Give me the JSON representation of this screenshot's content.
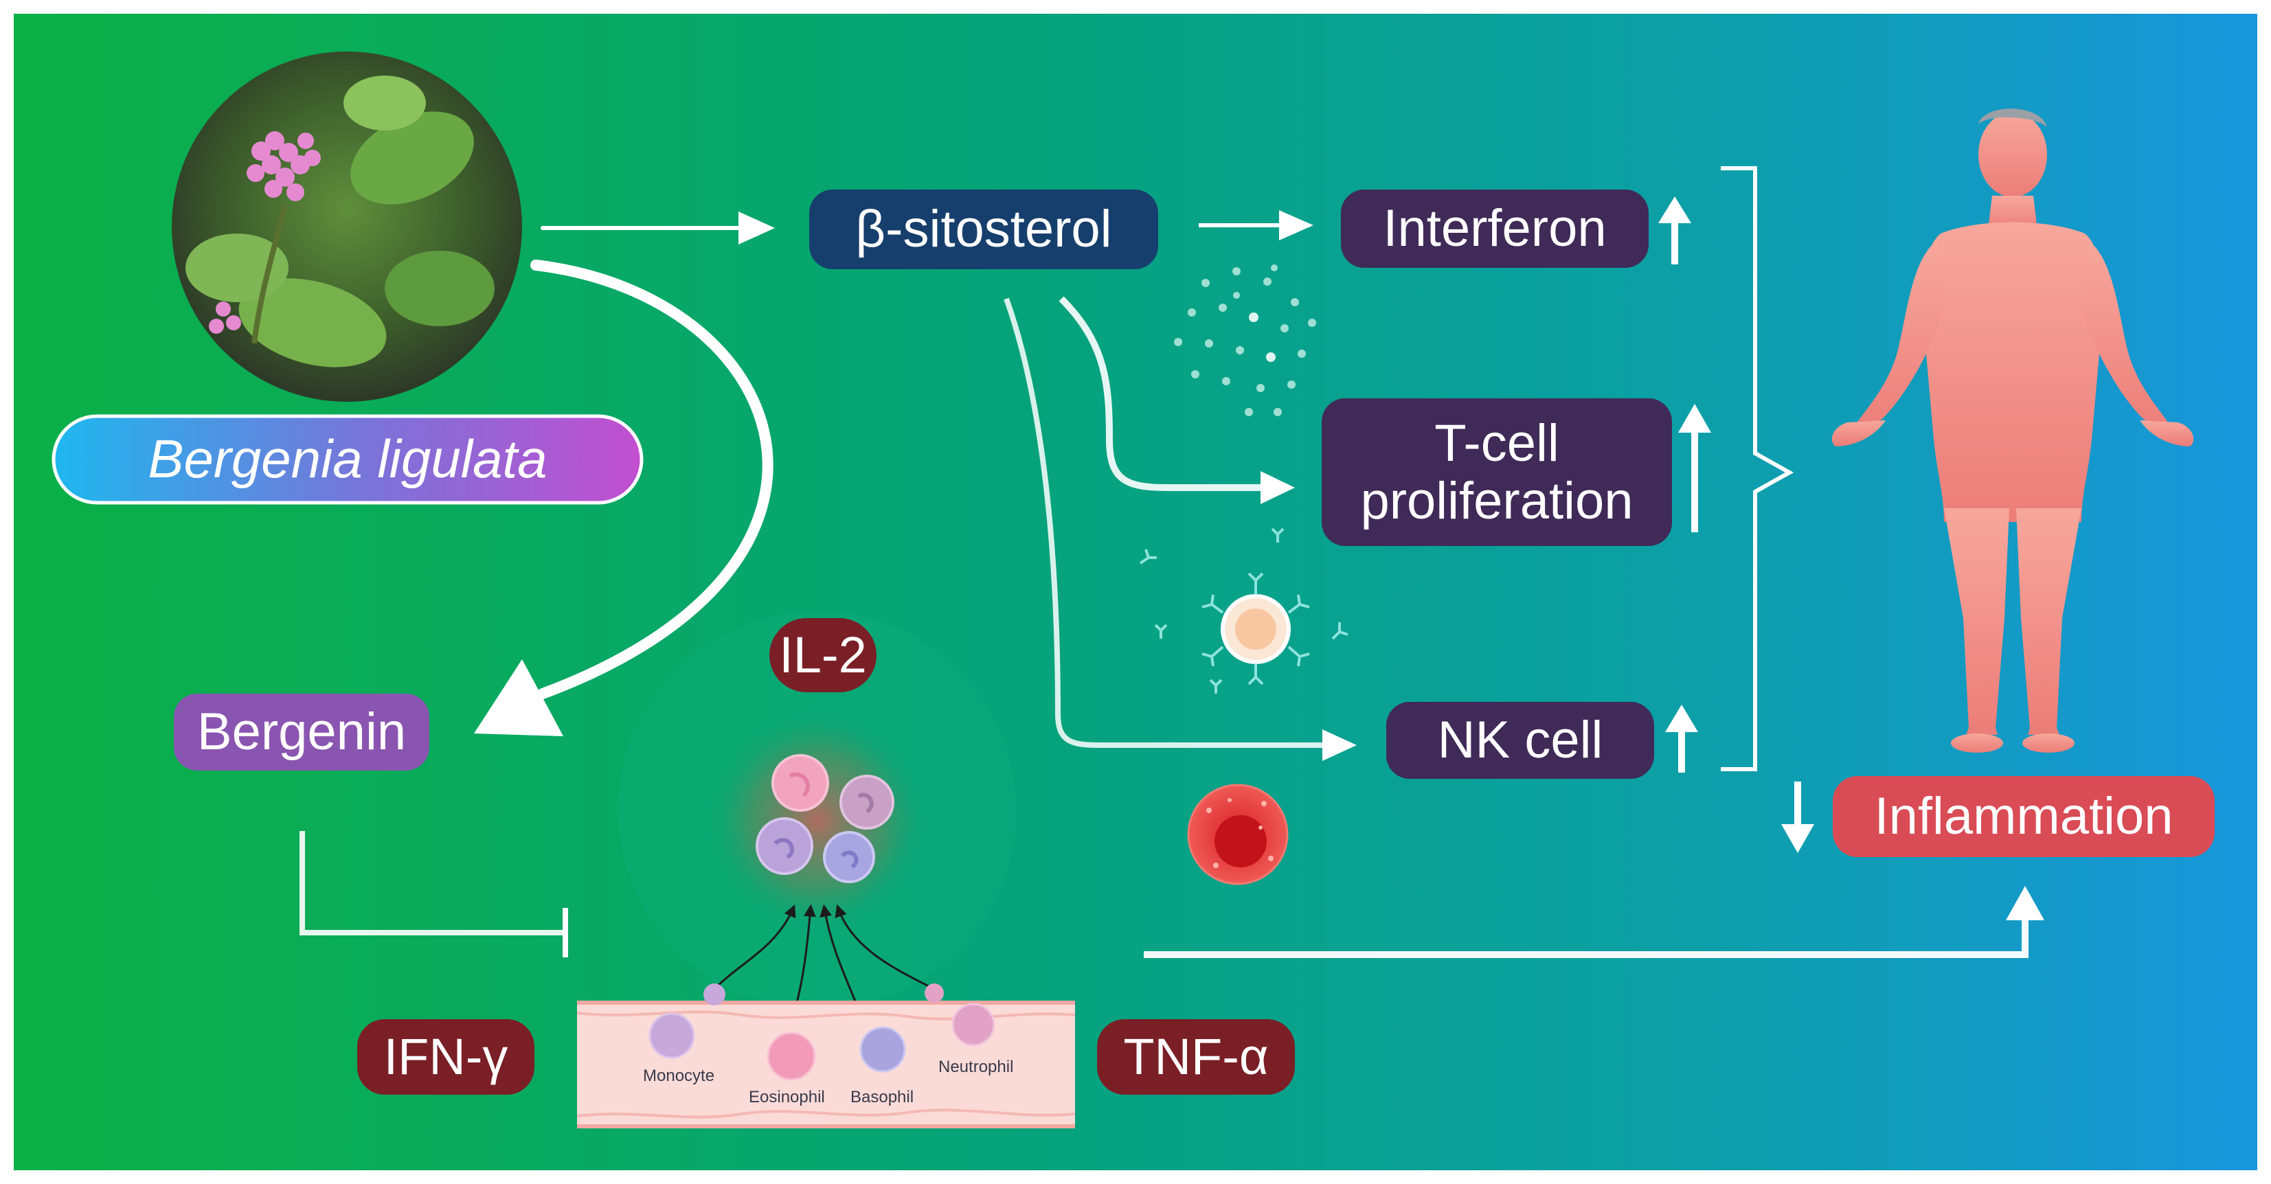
{
  "plant": {
    "name": "Bergenia ligulata",
    "compound_1": "β-sitosterol",
    "compound_2": "Bergenin"
  },
  "effects": {
    "interferon": "Interferon",
    "tcell": "T-cell proliferation",
    "tcell_line1": "T-cell",
    "tcell_line2": "proliferation",
    "nkcell": "NK cell"
  },
  "outcome": {
    "inflammation": "Inflammation"
  },
  "cytokines": {
    "il2": "IL-2",
    "ifn": "IFN-γ",
    "tnf": "TNF-α"
  },
  "cells": {
    "monocyte": "Monocyte",
    "eosinophil": "Eosinophil",
    "basophil": "Basophil",
    "neutrophil": "Neutrophil"
  },
  "icons": {
    "plant_photo": "plant-photo-icon",
    "human_body": "human-body-icon",
    "interferon_particles": "interferon-particles-icon",
    "tcell": "t-cell-icon",
    "nk_cell": "nk-cell-icon",
    "immune_cell_cluster": "immune-cell-cluster-icon",
    "blood_vessel": "blood-vessel-icon"
  },
  "colors": {
    "background_left": "#0bab45",
    "background_right": "#1a94d8",
    "effect_box": "#402a57",
    "compound_box": "#173f6d",
    "bergenin_box": "#8a55b0",
    "inflammation_box": "#d94b55",
    "cytokine_box": "#7a1f26"
  }
}
